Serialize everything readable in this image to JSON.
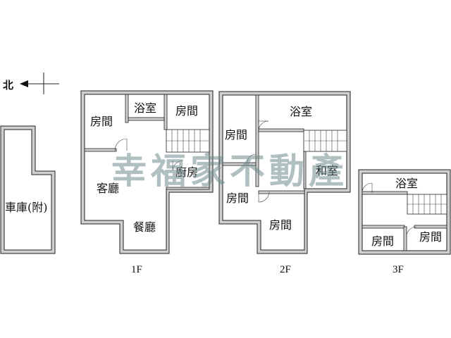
{
  "compass": {
    "label": "北"
  },
  "watermark": "幸福家不動產",
  "floors": [
    {
      "label": "1F",
      "rooms": [
        {
          "name": "房間"
        },
        {
          "name": "浴室"
        },
        {
          "name": "房間"
        },
        {
          "name": "客廳"
        },
        {
          "name": "廚房"
        },
        {
          "name": "餐廳"
        }
      ]
    },
    {
      "label": "2F",
      "rooms": [
        {
          "name": "房間"
        },
        {
          "name": "浴室"
        },
        {
          "name": "和室"
        },
        {
          "name": "房間"
        },
        {
          "name": "房間"
        }
      ]
    },
    {
      "label": "3F",
      "rooms": [
        {
          "name": "浴室"
        },
        {
          "name": "房間"
        },
        {
          "name": "房間"
        }
      ]
    }
  ],
  "garage": {
    "name": "車庫(附)"
  }
}
